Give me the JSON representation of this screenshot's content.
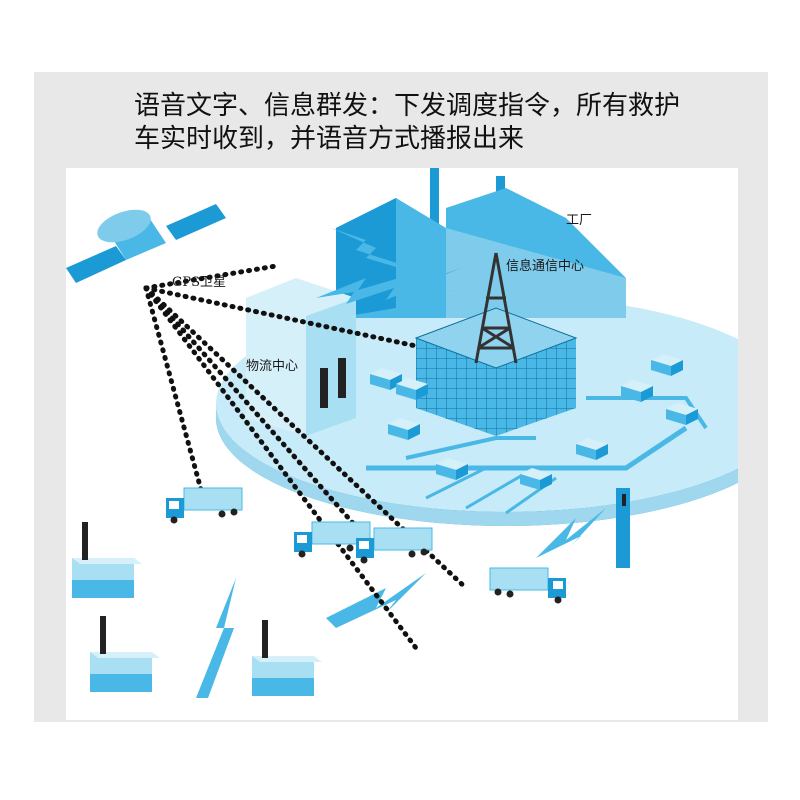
{
  "caption": {
    "line1": "语音文字、信息群发：下发调度指令，所有救护",
    "line2": "车实时收到，并语音方式播报出来"
  },
  "labels": {
    "gps": "GPS卫星",
    "factory": "工厂",
    "info_center": "信息通信中心",
    "logistics": "物流中心"
  },
  "colors": {
    "light_blue": "#a9dff3",
    "mid_blue": "#49b8e6",
    "deep_blue": "#1b9ad6",
    "dark_blue": "#0e6f9c",
    "tower": "#333333"
  }
}
